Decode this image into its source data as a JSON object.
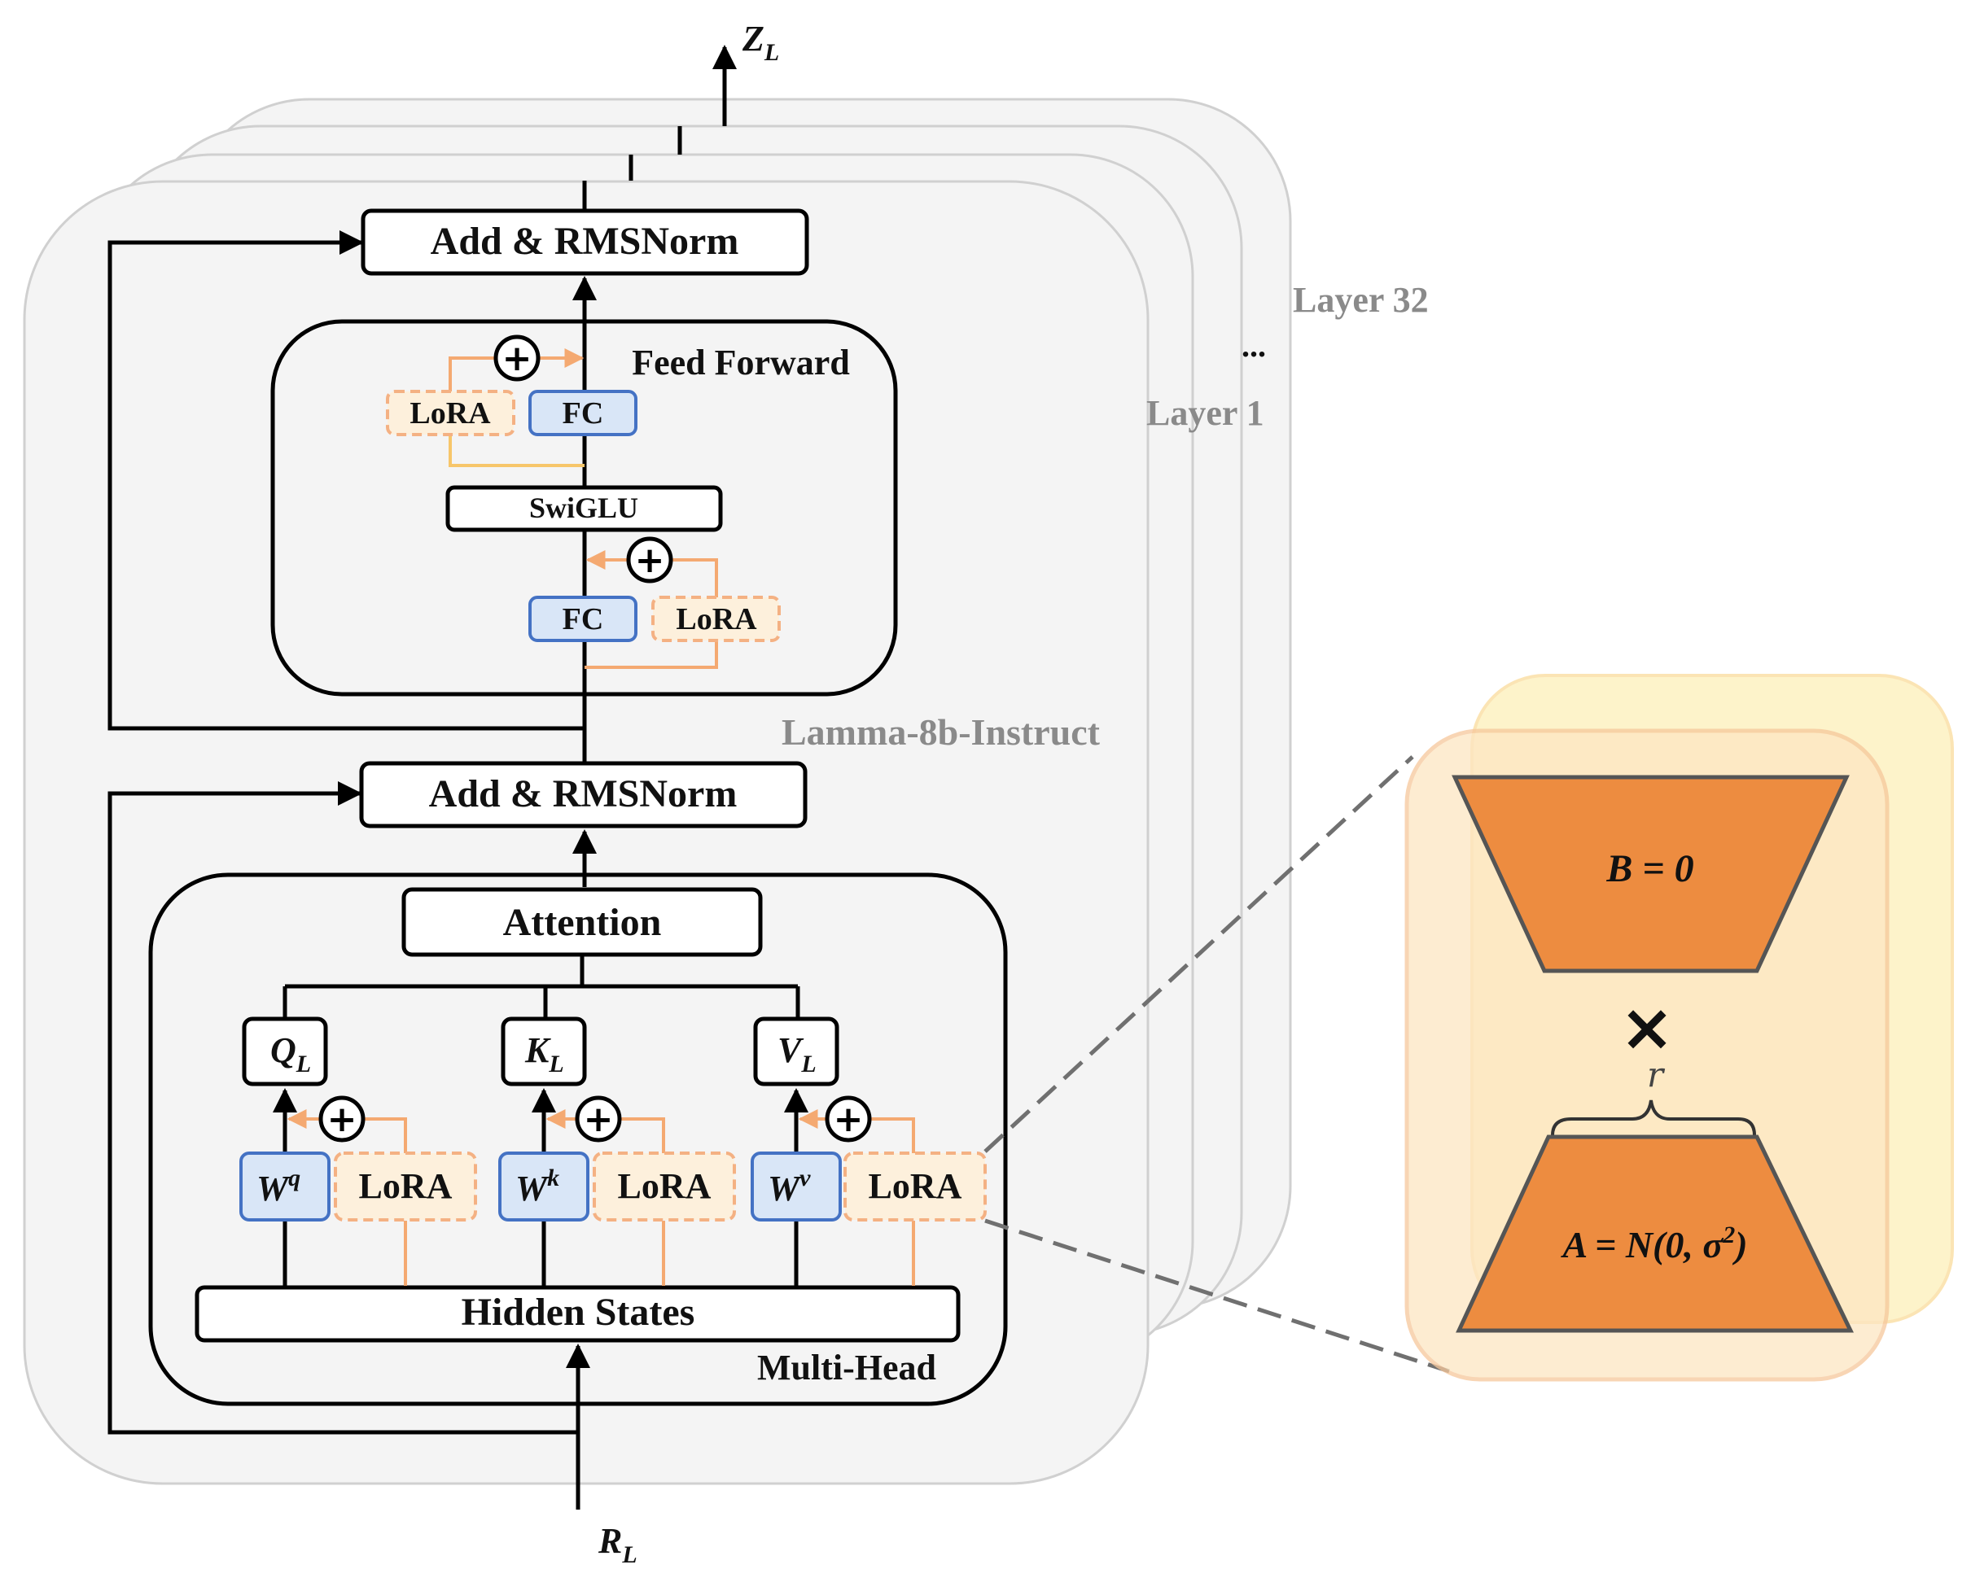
{
  "output_label": "Z",
  "output_subscript": "L",
  "input_label": "R",
  "input_subscript": "L",
  "layer_top_label": "Layer 32",
  "layer_ellipsis": "...",
  "layer_first_label": "Layer 1",
  "model_name": "Lamma-8b-Instruct",
  "add_norm_top": "Add & RMSNorm",
  "add_norm_bottom": "Add & RMSNorm",
  "feed_forward": {
    "title": "Feed Forward",
    "fc_top": "FC",
    "fc_bottom": "FC",
    "swiglu": "SwiGLU",
    "lora_top": "LoRA",
    "lora_bottom": "LoRA"
  },
  "attention_block": {
    "title": "Multi-Head",
    "attention": "Attention",
    "hidden_states": "Hidden States",
    "heads": [
      {
        "out": "Q",
        "out_sub": "L",
        "weight": "W",
        "weight_sup": "q",
        "lora": "LoRA"
      },
      {
        "out": "K",
        "out_sub": "L",
        "weight": "W",
        "weight_sup": "k",
        "lora": "LoRA"
      },
      {
        "out": "V",
        "out_sub": "L",
        "weight": "W",
        "weight_sup": "v",
        "lora": "LoRA"
      }
    ]
  },
  "plus_symbol": "⊕",
  "lora_detail": {
    "b_label": "B = 0",
    "times": "×",
    "rank": "r",
    "a_label_prefix": "A = N(0, σ",
    "a_label_sup": "2",
    "a_label_suffix": ")"
  },
  "colors": {
    "layer_fill": "#f4f4f4",
    "layer_stroke": "#d0d0d0",
    "fc_fill": "#d9e6f7",
    "fc_stroke": "#4472c4",
    "lora_fill": "#fdf0dc",
    "lora_stroke": "#f4b183",
    "orange_line": "#f4a971",
    "panel_outer": "#fde6c2",
    "panel_inner": "#fdf3c8",
    "trap_fill": "#ed8c40",
    "trap_stroke": "#555555",
    "dash": "#707070"
  }
}
